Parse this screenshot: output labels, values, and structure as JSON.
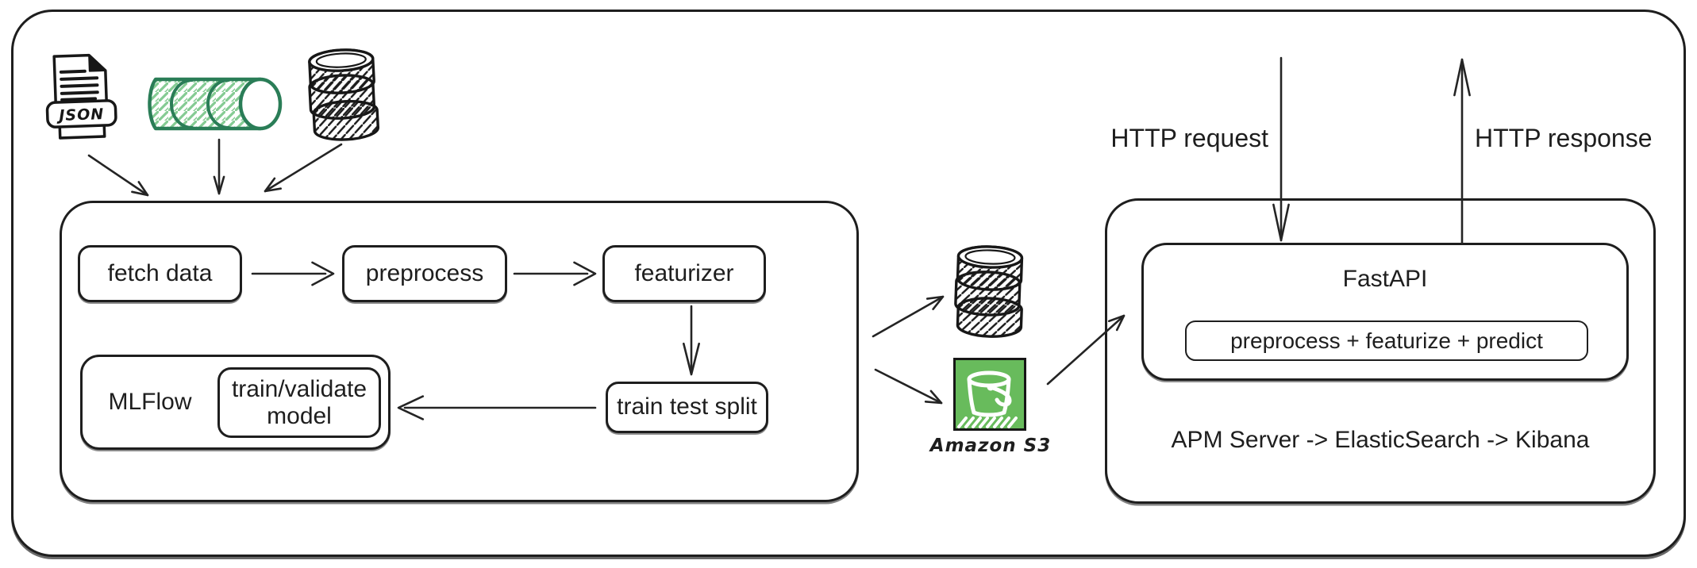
{
  "colors": {
    "ink": "#1e1e1e",
    "pipeline_green": "#2a7d57",
    "pipeline_green_hatch": "#85cb93",
    "s3_green": "#68bb5c"
  },
  "sources": {
    "json_file": {
      "icon": "json-file-icon",
      "label": "JSON"
    },
    "stream_pipe": {
      "icon": "pipeline-cylinder-icon"
    },
    "database": {
      "icon": "database-stack-icon"
    }
  },
  "training_box": {
    "fetch_data": "fetch data",
    "preprocess": "preprocess",
    "featurizer": "featurizer",
    "train_test_split": "train test split",
    "mlflow": "MLFlow",
    "train_validate_line1": "train/validate",
    "train_validate_line2": "model"
  },
  "storage": {
    "database": {
      "icon": "database-stack-icon"
    },
    "s3": {
      "icon": "s3-bucket-icon",
      "label": "Amazon S3"
    }
  },
  "serving_box": {
    "fastapi": "FastAPI",
    "predict_pipeline": "preprocess + featurize + predict",
    "monitoring": "APM Server -> ElasticSearch -> Kibana"
  },
  "http": {
    "request": "HTTP request",
    "response": "HTTP response"
  }
}
